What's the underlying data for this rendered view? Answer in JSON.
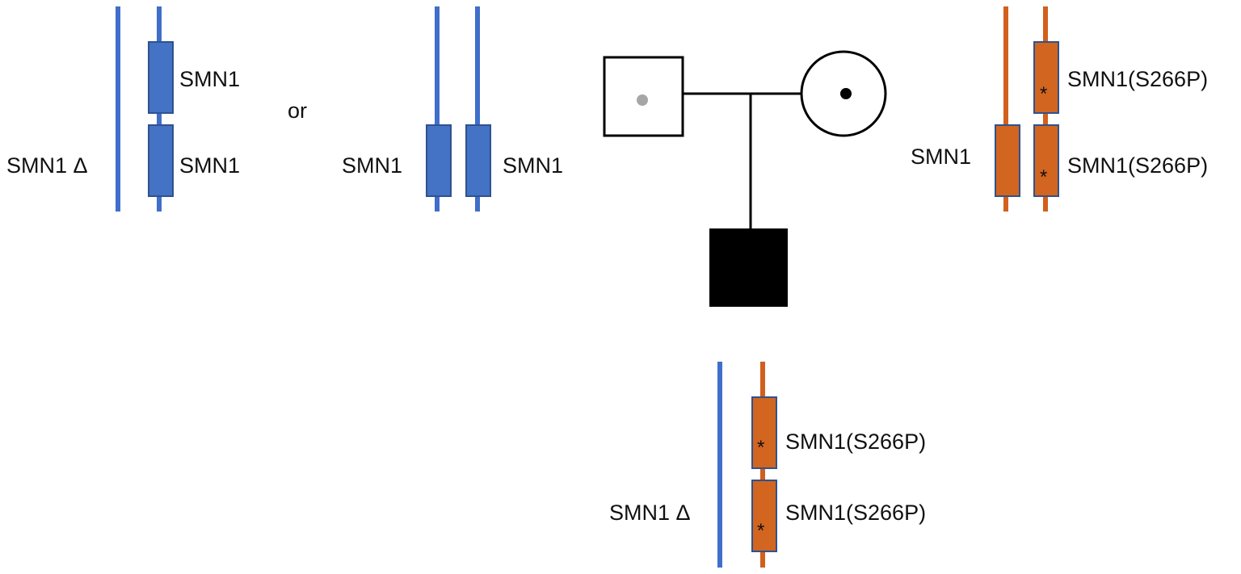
{
  "colors": {
    "normal_chromosome": "#4472c4",
    "variant_chromosome": "#d2651f",
    "affected": "#000000",
    "carrier_dot_father": "#a6a6a6",
    "carrier_dot_mother": "#000000"
  },
  "father_options": {
    "option_a": {
      "deletion_label": "SMN1 Δ",
      "gene_labels": [
        "SMN1",
        "SMN1"
      ]
    },
    "separator": "or",
    "option_b": {
      "gene_labels": [
        "SMN1",
        "SMN1"
      ]
    }
  },
  "mother": {
    "gene_labels": [
      "SMN1(S266P)",
      "SMN1(S266P)",
      "SMN1"
    ],
    "variant_marker": "*"
  },
  "child": {
    "deletion_label": "SMN1 Δ",
    "gene_labels": [
      "SMN1(S266P)",
      "SMN1(S266P)"
    ],
    "variant_marker": "*"
  }
}
